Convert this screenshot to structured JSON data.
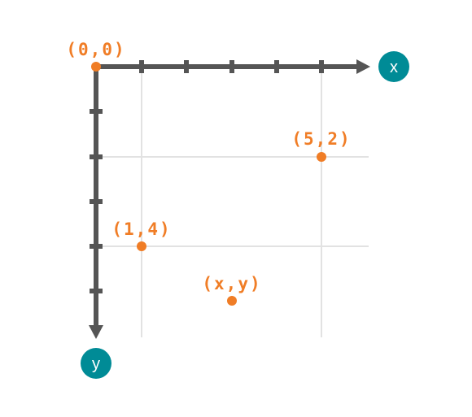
{
  "colors": {
    "axis": "#555555",
    "grid": "#e2e2e2",
    "point": "#f07d26",
    "badge": "#008b96",
    "badge_text": "#ffffff"
  },
  "axes": {
    "x_name": "x",
    "y_name": "y",
    "origin_label": "(0,0)"
  },
  "points": [
    {
      "label": "(5,2)",
      "x": 5,
      "y": 2
    },
    {
      "label": "(1,4)",
      "x": 1,
      "y": 4
    },
    {
      "label": "(x,y)",
      "x": 3,
      "y": 5.2
    }
  ]
}
